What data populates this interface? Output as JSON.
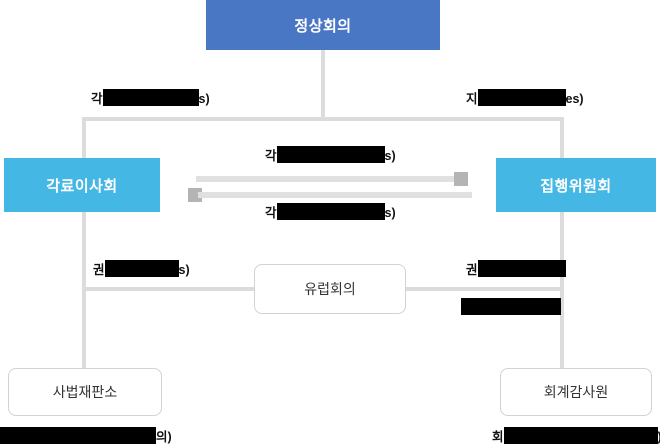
{
  "diagram": {
    "type": "organization-hierarchy",
    "title_visible": false,
    "colors": {
      "top_node": "#4A77C4",
      "side_node": "#45B7E5",
      "white_node_border": "#d2d2d2",
      "connector_line": "#dcdcdc",
      "arrow_shaft": "#e0e0e0",
      "arrow_head": "#b4b4b4",
      "redaction": "#000000",
      "node_text_light": "#ffffff",
      "node_text_dark": "#333333"
    },
    "nodes": [
      {
        "id": "summit",
        "label": "정상회의",
        "style": "blue-dark",
        "row": 0
      },
      {
        "id": "council",
        "label": "각료이사회",
        "style": "blue-light",
        "row": 1
      },
      {
        "id": "exec",
        "label": "집행위원회",
        "style": "blue-light",
        "row": 1
      },
      {
        "id": "europe",
        "label": "유럽회의",
        "style": "white",
        "row": 2
      },
      {
        "id": "court",
        "label": "사법재판소",
        "style": "white",
        "row": 3
      },
      {
        "id": "audit",
        "label": "회계감사원",
        "style": "white",
        "row": 3
      }
    ],
    "edge_labels": [
      {
        "id": "label-council-left",
        "prefix": "각",
        "redacted": true,
        "redact_width": 96,
        "suffix": "s)"
      },
      {
        "id": "label-exec-right",
        "prefix": "지",
        "redacted": true,
        "redact_width": 88,
        "suffix": "es)"
      },
      {
        "id": "label-mid-upper",
        "prefix": "각",
        "redacted": true,
        "redact_width": 108,
        "suffix": "s)"
      },
      {
        "id": "label-mid-lower",
        "prefix": "각",
        "redacted": true,
        "redact_width": 108,
        "suffix": "s)"
      },
      {
        "id": "label-court-权",
        "prefix": "권",
        "redacted": true,
        "redact_width": 74,
        "suffix": "s)"
      },
      {
        "id": "label-audit-权",
        "prefix": "권",
        "redacted": true,
        "redact_width": 88,
        "suffix": ""
      },
      {
        "id": "label-audit-second",
        "prefix": "",
        "redacted": true,
        "redact_width": 100,
        "suffix": ""
      },
      {
        "id": "label-bottom-left",
        "prefix": "",
        "redacted": true,
        "redact_width": 160,
        "suffix": "의)"
      },
      {
        "id": "label-bottom-right",
        "prefix": "회",
        "redacted": true,
        "redact_width": 154,
        "suffix": ")"
      }
    ],
    "arrows": [
      {
        "id": "arrow-council-to-exec",
        "direction": "right",
        "from": "council",
        "to": "exec"
      },
      {
        "id": "arrow-exec-to-council",
        "direction": "left",
        "from": "exec",
        "to": "council"
      }
    ]
  }
}
